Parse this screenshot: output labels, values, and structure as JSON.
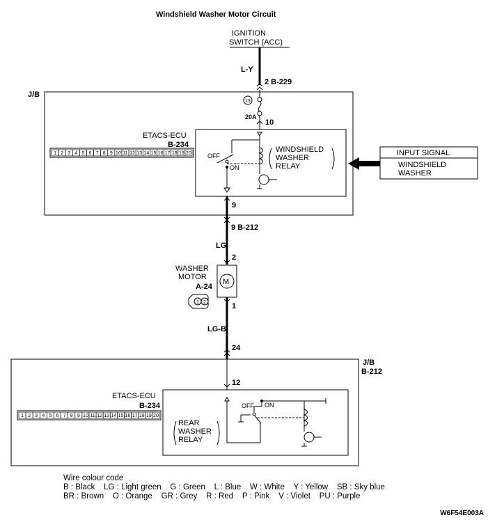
{
  "title": "Windshield Washer Motor Circuit",
  "ignition": {
    "line1": "IGNITION",
    "line2": "SWITCH (ACC)"
  },
  "wires": {
    "l_y": "L-Y",
    "lg": "LG",
    "lg_b": "LG-B"
  },
  "connectors": {
    "b229": "2  B-229",
    "fuse_num": "13",
    "fuse_rating": "20A",
    "pin10": "10",
    "pin9": "9",
    "b212_top": "9  B-212",
    "motor_pin2": "2",
    "motor_pin1": "1",
    "pin24": "24",
    "pin12": "12"
  },
  "jb_top": {
    "label": "J/B"
  },
  "jb_bottom": {
    "label": "J/B",
    "connector": "B-212"
  },
  "etacs_top": {
    "name": "ETACS-ECU",
    "connector": "B-234"
  },
  "etacs_bottom": {
    "name": "ETACS-ECU",
    "connector": "B-234"
  },
  "connector_pins": [
    "1",
    "2",
    "3",
    "4",
    "5",
    "6",
    "7",
    "8",
    "9",
    "10",
    "11",
    "12",
    "13",
    "14",
    "15",
    "16",
    "17",
    "18",
    "19",
    "20"
  ],
  "windshield_relay": {
    "line1": "WINDSHIELD",
    "line2": "WASHER",
    "line3": "RELAY",
    "off": "OFF",
    "on": "ON"
  },
  "rear_relay": {
    "line1": "REAR",
    "line2": "WASHER",
    "line3": "RELAY",
    "off": "OFF",
    "on": "ON"
  },
  "input_signal": {
    "header": "INPUT SIGNAL",
    "line1": "WINDSHIELD",
    "line2": "WASHER"
  },
  "motor": {
    "line1": "WASHER",
    "line2": "MOTOR",
    "connector": "A-24",
    "symbol": "M",
    "pin_a": "1",
    "pin_b": "2"
  },
  "legend": {
    "title": "Wire colour code",
    "row1": "B : Black    LG : Light green    G : Green    L : Blue    W : White    Y : Yellow    SB : Sky blue",
    "row2": "BR : Brown    O : Orange    GR : Grey    R : Red    P : Pink    V : Violet    PU : Purple"
  },
  "figure_code": "W6F54E003A"
}
